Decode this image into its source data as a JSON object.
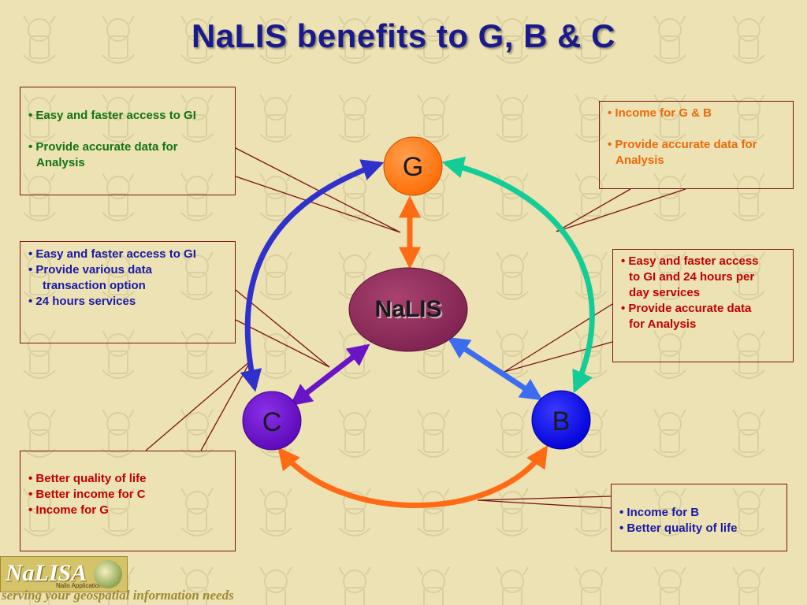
{
  "title": "NaLIS benefits to G, B & C",
  "nodes": {
    "center": "NaLIS",
    "g": "G",
    "b": "B",
    "c": "C"
  },
  "boxes": {
    "g_from_center": {
      "lines": [
        "• Easy and faster access to GI",
        "• Provide accurate data for",
        "Analysis"
      ]
    },
    "g_from_b": {
      "lines": [
        "• Income for G & B",
        "• Provide accurate data for",
        "Analysis"
      ]
    },
    "c_from_center": {
      "lines": [
        "•  Easy and faster access to GI",
        "•  Provide various data",
        "transaction option",
        "• 24 hours services"
      ]
    },
    "b_from_center": {
      "lines": [
        "• Easy and faster access",
        "to GI and 24 hours per",
        "day services",
        "• Provide accurate data",
        "for Analysis"
      ]
    },
    "c_from_g_b": {
      "lines": [
        "• Better quality of life",
        "• Better income for C",
        "• Income for G"
      ]
    },
    "b_from_c": {
      "lines": [
        "• Income for B",
        "• Better quality of life"
      ]
    }
  },
  "logo": {
    "name": "NaLISA",
    "sub": "Nalis Application",
    "tagline": "serving your geospatial information needs"
  },
  "colors": {
    "background": "#ece2b4",
    "title": "#1a1a8c",
    "node_g": "#ff7a14",
    "node_b": "#0a0aee",
    "node_c": "#6a0cc8",
    "node_center": "#8e2d5c",
    "arrow_orange": "#ff6a14",
    "arrow_teal": "#14cc96",
    "arrow_blue": "#3030cc",
    "arrow_purple": "#6a14c8",
    "arrow_lightblue": "#3c6cf0",
    "callout": "#7a1414"
  }
}
